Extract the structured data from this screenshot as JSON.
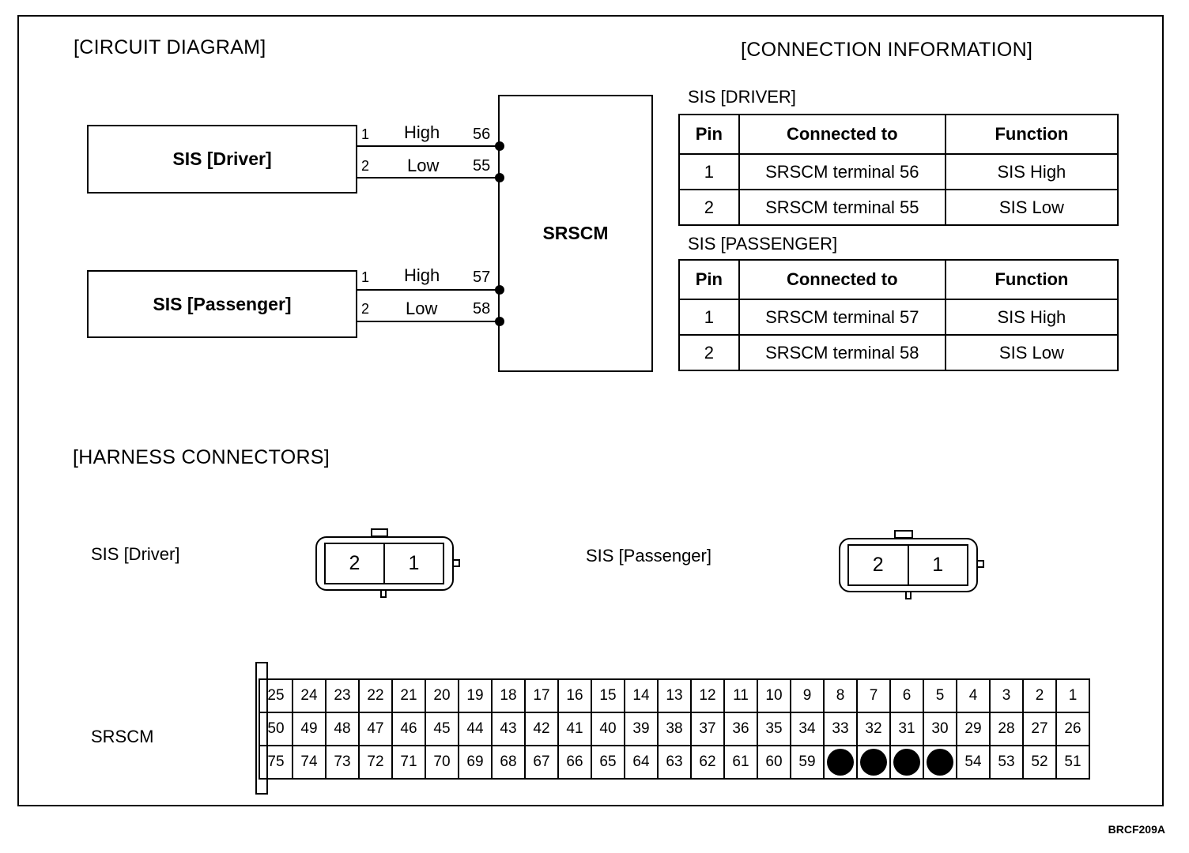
{
  "circuit": {
    "title": "[CIRCUIT DIAGRAM]",
    "driver_box": "SIS [Driver]",
    "passenger_box": "SIS [Passenger]",
    "module_box": "SRSCM",
    "driver_wires": [
      {
        "pin": "1",
        "label": "High",
        "terminal": "56"
      },
      {
        "pin": "2",
        "label": "Low",
        "terminal": "55"
      }
    ],
    "passenger_wires": [
      {
        "pin": "1",
        "label": "High",
        "terminal": "57"
      },
      {
        "pin": "2",
        "label": "Low",
        "terminal": "58"
      }
    ]
  },
  "connection": {
    "title": "[CONNECTION INFORMATION]",
    "headers": [
      "Pin",
      "Connected to",
      "Function"
    ],
    "driver": {
      "title": "SIS [DRIVER]",
      "rows": [
        [
          "1",
          "SRSCM terminal 56",
          "SIS High"
        ],
        [
          "2",
          "SRSCM terminal 55",
          "SIS Low"
        ]
      ]
    },
    "passenger": {
      "title": "SIS [PASSENGER]",
      "rows": [
        [
          "1",
          "SRSCM terminal 57",
          "SIS High"
        ],
        [
          "2",
          "SRSCM terminal 58",
          "SIS Low"
        ]
      ]
    }
  },
  "harness": {
    "title": "[HARNESS CONNECTORS]",
    "driver_label": "SIS [Driver]",
    "driver_pins": [
      "2",
      "1"
    ],
    "passenger_label": "SIS [Passenger]",
    "passenger_pins": [
      "2",
      "1"
    ],
    "srscm_label": "SRSCM",
    "srscm_rows": [
      [
        "25",
        "24",
        "23",
        "22",
        "21",
        "20",
        "19",
        "18",
        "17",
        "16",
        "15",
        "14",
        "13",
        "12",
        "11",
        "10",
        "9",
        "8",
        "7",
        "6",
        "5",
        "4",
        "3",
        "2",
        "1"
      ],
      [
        "50",
        "49",
        "48",
        "47",
        "46",
        "45",
        "44",
        "43",
        "42",
        "41",
        "40",
        "39",
        "38",
        "37",
        "36",
        "35",
        "34",
        "33",
        "32",
        "31",
        "30",
        "29",
        "28",
        "27",
        "26"
      ],
      [
        "75",
        "74",
        "73",
        "72",
        "71",
        "70",
        "69",
        "68",
        "67",
        "66",
        "65",
        "64",
        "63",
        "62",
        "61",
        "60",
        "59",
        "●",
        "●",
        "●",
        "●",
        "54",
        "53",
        "52",
        "51"
      ]
    ]
  },
  "figure_id": "BRCF209A"
}
